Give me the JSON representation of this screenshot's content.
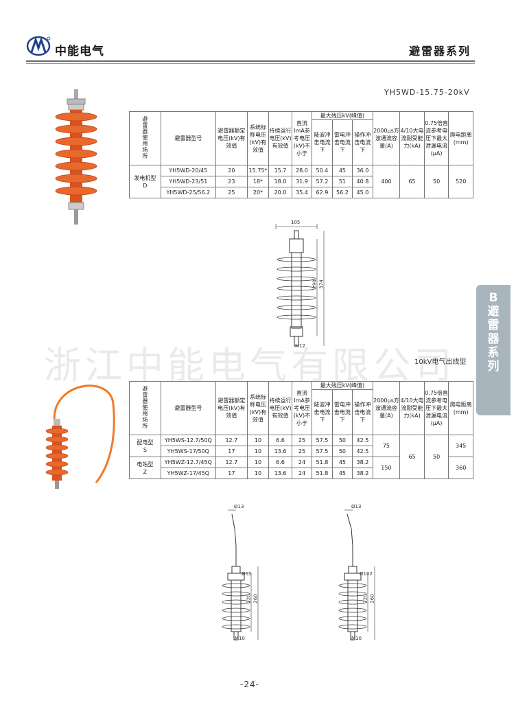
{
  "header": {
    "brand": "中能电气",
    "series_title": "避雷器系列",
    "model_range": "YH5WD-15.75-20kV"
  },
  "side_tab": {
    "text": "B 避雷器系列"
  },
  "watermark": "浙江中能电气有限公司",
  "section2_title": "10kV电气出线型",
  "table1": {
    "headers": {
      "usage": "避雷器使用场所",
      "model": "避雷器型号",
      "rated": "避雷器额定电压(kV)有效值",
      "system": "系统标称电压(kV)有效值",
      "mcov": "持续运行电压(kV)有效值",
      "dc_ref": "直流ImA参考电压(kV)不小于",
      "residual_group": "最大残压kV(峰值)",
      "steep": "陡波冲击电流下",
      "lightning": "雷电冲击电流下",
      "switching": "操作冲击电流下",
      "square": "2000μs方波通流容量(A)",
      "high_current": "4/10大电流耐受能力(kA)",
      "leakage": "0.75倍直流参考电压下最大泄漏电流(μA)",
      "creepage": "爬电距离(mm)"
    },
    "usage_value": "发电机型",
    "usage_code": "D",
    "rows": [
      [
        "YH5WD-20/45",
        "20",
        "15.75*",
        "15.7",
        "28.0",
        "50.4",
        "45",
        "36.0"
      ],
      [
        "YH5WD-23/51",
        "23",
        "18*",
        "18.0",
        "31.9",
        "57.2",
        "51",
        "40.8"
      ],
      [
        "YH5WD-25/56.2",
        "25",
        "20*",
        "20.0",
        "35.4",
        "62.9",
        "56.2",
        "45.0"
      ]
    ],
    "square": "400",
    "high_current": "65",
    "leakage": "50",
    "creepage": "520"
  },
  "table2": {
    "group1_label": "配电型",
    "group1_code": "S",
    "group2_label": "电站型",
    "group2_code": "Z",
    "rows": [
      [
        "YH5WS-12.7/50Q",
        "12.7",
        "10",
        "6.6",
        "25",
        "57.5",
        "50",
        "42.5"
      ],
      [
        "YH5WS-17/50Q",
        "17",
        "10",
        "13.6",
        "25",
        "57.5",
        "50",
        "42.5"
      ],
      [
        "YH5WZ-12.7/45Q",
        "12.7",
        "10",
        "6.6",
        "24",
        "51.8",
        "45",
        "38.2"
      ],
      [
        "YH5WZ-17/45Q",
        "17",
        "10",
        "13.6",
        "24",
        "51.8",
        "45",
        "38.2"
      ]
    ],
    "square_s": "75",
    "square_z": "150",
    "high_current": "65",
    "leakage": "50",
    "creepage_s": "345",
    "creepage_z": "360"
  },
  "drawing1": {
    "width": "105",
    "h1": "290",
    "h2": "374",
    "thread": "M12"
  },
  "drawing2": {
    "top": "Ø13",
    "dia": "Ø65",
    "h1": "220",
    "h2": "260",
    "thread": "M10"
  },
  "drawing3": {
    "top": "Ø13",
    "dia": "Ø102",
    "h1": "220",
    "h2": "260",
    "thread": "M10"
  },
  "page_number": "-24-",
  "colors": {
    "arrester": "#e0602a",
    "tab": "#a9b5bd",
    "logo_blue": "#1f3e8c"
  }
}
